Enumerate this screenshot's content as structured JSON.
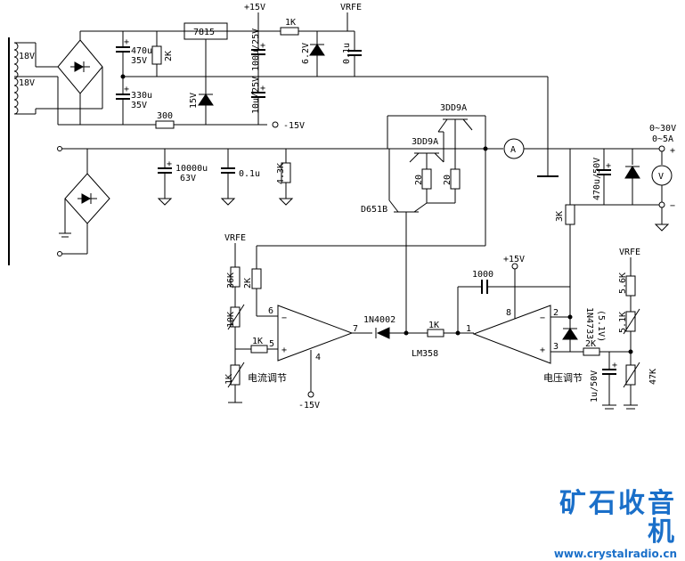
{
  "labels": {
    "sec1": "18V",
    "sec2": "18V",
    "c1": "470u",
    "c1v": "35V",
    "r2k_top": "2K",
    "reg": "7815",
    "plus15": "+15V",
    "r1k_top": "1K",
    "vrfe_top": "VRFE",
    "c100": "100u/25V",
    "z62": "6.2V",
    "c01_top": "0.1u",
    "c2": "330u",
    "c2v": "35V",
    "z15": "15V",
    "c10": "10u/25V",
    "r300": "300",
    "minus15": "-15V",
    "q1": "3DD9A",
    "q2": "3DD9A",
    "ammeter": "A",
    "out_range1": "0~30V",
    "out_range2": "0~5A",
    "plus_out": "+",
    "minus_out": "−",
    "c10000": "10000u",
    "c10000v": "63V",
    "c01_mid": "0.1u",
    "r43k": "4.3K",
    "r20a": "20",
    "r20b": "20",
    "c470": "470u/50V",
    "voltmeter": "V",
    "q3": "D651B",
    "r3k": "3K",
    "vrfe_left": "VRFE",
    "r36k": "36K",
    "r2k_mid": "2K",
    "c1000": "1000",
    "plus15_b": "+15V",
    "vrfe_right": "VRFE",
    "r56k": "5.6K",
    "pot10k": "10K",
    "pin6": "6",
    "pin7": "7",
    "d4002": "1N4002",
    "r1k_mid": "1K",
    "pin1": "1",
    "pin8": "8",
    "pin2": "2",
    "z4733": "1N4733",
    "z4733v": "(5.1V)",
    "pot51k": "5.1K",
    "r1k_left": "1K",
    "pin5": "5",
    "pin4": "4",
    "lm358": "LM358",
    "pin3": "3",
    "r2k_right": "2K",
    "pot1k": "1K",
    "cur_adj": "电流调节",
    "minus15_b": "-15V",
    "volt_adj": "电压调节",
    "c1u": "1u/50V",
    "r47k": "47K"
  },
  "brand": {
    "title": "矿石收音机",
    "url": "www.crystalradio.cn"
  }
}
